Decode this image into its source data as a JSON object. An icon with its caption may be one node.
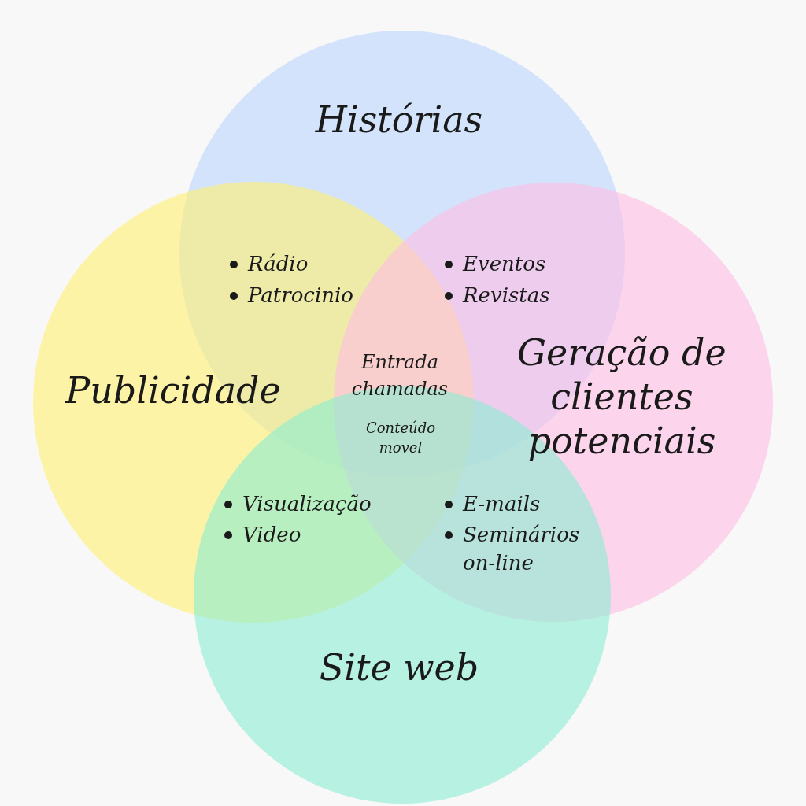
{
  "diagram": {
    "nodes": [
      {
        "text": [
          "Histórias"
        ]
      },
      {
        "text": [
          "Publicidade"
        ]
      },
      {
        "text": [
          "Geração de clientes potenciais"
        ]
      },
      {
        "text": [
          "Site web"
        ]
      }
    ],
    "edges": [],
    "labels": [
      "Rádio",
      "Patrocinio",
      "Eventos",
      "Revistas",
      "Entrada chamadas",
      "Conteúdo movel",
      "Visualização",
      "Video",
      "E-mails",
      "Seminários on-line"
    ]
  }
}
